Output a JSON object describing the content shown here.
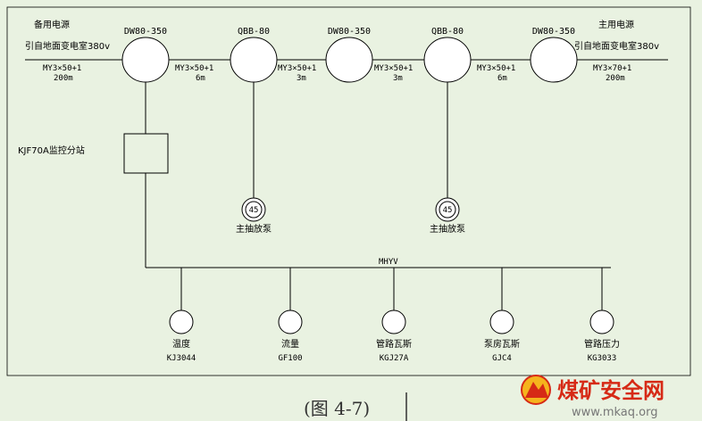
{
  "header": {
    "backup_power": "备用电源",
    "backup_source": "引自地面变电室380v",
    "backup_cable": "MY3×50+1",
    "backup_length": "200m",
    "main_power": "主用电源",
    "main_source": "引自地面变电室380v",
    "main_cable": "MY3×70+1",
    "main_length": "200m"
  },
  "nodes": {
    "switch1": "DW80-350",
    "switch2": "QBB-80",
    "switch3": "DW80-350",
    "switch4": "QBB-80",
    "switch5": "DW80-350"
  },
  "segments": {
    "seg1_cable": "MY3×50+1",
    "seg1_len": "6m",
    "seg2_cable": "MY3×50+1",
    "seg2_len": "3m",
    "seg3_cable": "MY3×50+1",
    "seg3_len": "3m",
    "seg4_cable": "MY3×50+1",
    "seg4_len": "6m"
  },
  "substation": "KJF70A监控分站",
  "pumps": [
    {
      "value": "45",
      "label": "主抽放泵"
    },
    {
      "value": "45",
      "label": "主抽放泵"
    }
  ],
  "bus_label": "MHYV",
  "sensors": [
    {
      "name": "温度",
      "model": "KJ3044"
    },
    {
      "name": "流量",
      "model": "GF100"
    },
    {
      "name": "管路瓦斯",
      "model": "KGJ27A"
    },
    {
      "name": "泵房瓦斯",
      "model": "GJC4"
    },
    {
      "name": "管路压力",
      "model": "KG3033"
    }
  ],
  "caption": "(图 4-7)",
  "watermark": {
    "title": "煤矿安全网",
    "url": "www.mkaq.org"
  },
  "colors": {
    "background": "#e9f2e1",
    "line": "#000000",
    "watermark_red": "#d62a16"
  }
}
